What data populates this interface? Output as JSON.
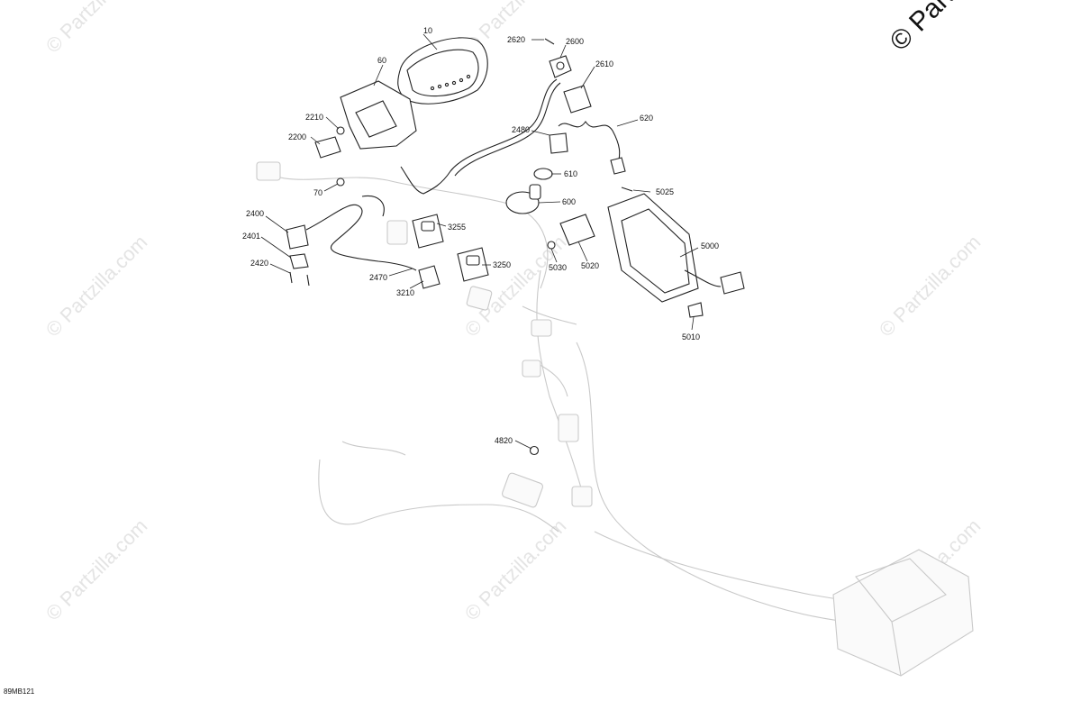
{
  "diagram_code": "89MB121",
  "corner_watermark": "© Partz",
  "watermark_text": "© Partzilla.com",
  "callouts": [
    "10",
    "60",
    "2620",
    "2600",
    "2610",
    "620",
    "2210",
    "2200",
    "2480",
    "610",
    "70",
    "600",
    "5025",
    "2400",
    "3255",
    "2401",
    "5000",
    "3250",
    "2420",
    "5030",
    "5020",
    "2470",
    "3210",
    "5010",
    "4820"
  ]
}
